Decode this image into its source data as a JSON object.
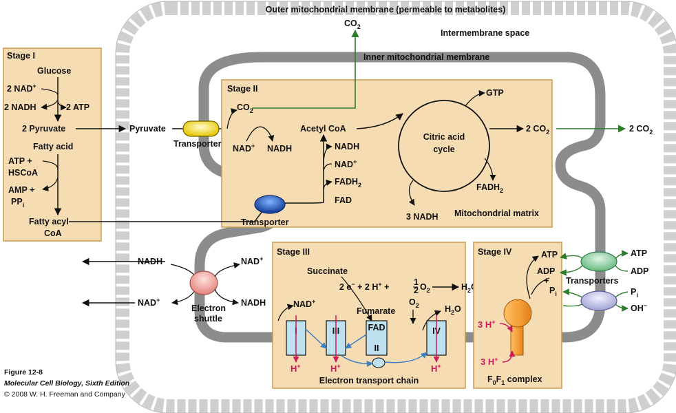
{
  "labels": {
    "outer_membrane": "Outer mitochondrial membrane (permeable to metabolites)",
    "intermembrane_space": "Intermembrane space",
    "inner_membrane": "Inner mitochondrial membrane",
    "co2_top": "CO",
    "co2_top_sub": "2",
    "stage1": "Stage I",
    "glucose": "Glucose",
    "nad_2": "2 NAD",
    "nad_2_sup": "+",
    "nadh_2": "2 NADH",
    "atp_2": "2 ATP",
    "pyruvate_2": "2 Pyruvate",
    "fatty_acid": "Fatty acid",
    "atp_plus": "ATP +",
    "hscoa": "HSCoA",
    "amp_plus": "AMP +",
    "ppi": "PP",
    "ppi_sub": "i",
    "fatty_acyl": "Fatty acyl",
    "coa": "CoA",
    "pyruvate": "Pyruvate",
    "transporter": "Transporter",
    "stage2": "Stage II",
    "co2_s2": "CO",
    "co2_s2_sub": "2",
    "nad_s2": "NAD",
    "nad_s2_sup": "+",
    "nadh_s2": "NADH",
    "acetyl_coa": "Acetyl CoA",
    "gtp": "GTP",
    "citric1": "Citric acid",
    "citric2": "cycle",
    "co2_2": "2 CO",
    "co2_2_sub": "2",
    "co2_2b": "2 CO",
    "co2_2b_sub": "2",
    "nadh_b": "NADH",
    "nad_b": "NAD",
    "nad_b_sup": "+",
    "fadh2_b": "FADH",
    "fadh2_b_sub": "2",
    "fad_b": "FAD",
    "fadh2_c": "FADH",
    "fadh2_c_sub": "2",
    "nadh_3": "3 NADH",
    "matrix": "Mitochondrial matrix",
    "transporter2": "Transporter",
    "nadh_l1": "NADH",
    "nad_l2": "NAD",
    "nad_l2_sup": "+",
    "nad_r1": "NAD",
    "nad_r1_sup": "+",
    "nadh_r2": "NADH",
    "electron": "Electron",
    "shuttle": "shuttle",
    "stage3": "Stage III",
    "succinate": "Succinate",
    "eq_2e": "2 e",
    "eq_2h": " + 2 H",
    "eq_plus": " +",
    "eq_half_n": "1",
    "eq_half_d": "2",
    "eq_o2": "O",
    "eq_o2_sub": "2",
    "eq_h2o": "H",
    "eq_h2o_sub": "2",
    "eq_h2o_o": "O",
    "nad_s3": "NAD",
    "nad_s3_sup": "+",
    "fumarate": "Fumarate",
    "o2_s3": "O",
    "o2_s3_sub": "2",
    "h2o_s3": "H",
    "h2o_s3_sub": "2",
    "h2o_s3_o": "O",
    "c1": "I",
    "c3": "III",
    "fad_c": "FAD",
    "c2": "II",
    "c4": "IV",
    "hplus": "H",
    "ets": "Electron transport chain",
    "stage4": "Stage IV",
    "atp_s4": "ATP",
    "adp_s4": "ADP",
    "plus_s4": "+",
    "pi_s4": "P",
    "pi_s4_sub": "i",
    "h3_a": "3 H",
    "h3_b": "3 H",
    "f0f1_f": "F",
    "f0f1_0": "0",
    "f0f1_f2": "F",
    "f0f1_1": "1",
    "f0f1_c": " complex",
    "transporters": "Transporters",
    "atp_out": "ATP",
    "adp_out": "ADP",
    "pi_out": "P",
    "pi_out_sub": "i",
    "oh_out": "OH",
    "oh_out_sup": "−",
    "fig1": "Figure 12-8",
    "fig2": "Molecular Cell Biology, Sixth Edition",
    "fig3": "© 2008 W. H. Freeman and Company"
  },
  "colors": {
    "panel_fill": "#f6dcb2",
    "panel_stroke": "#c99a4b",
    "membrane": "#8c8c8c",
    "outer_dash": "#cfcfcf",
    "green_arrow": "#2d7d2a",
    "blue_arrow": "#3a7fc4",
    "red_text": "#cc1a5a",
    "complex_fill": "#bfe0ee",
    "yellow_transporter": "#f3e021",
    "blue_transporter": "#2a5fb8",
    "pink_shuttle": "#f2a6a0",
    "green_transporter": "#8ecfa0",
    "lavender_transporter": "#c4c6e8",
    "atp_synthase": "#f79a2e"
  }
}
